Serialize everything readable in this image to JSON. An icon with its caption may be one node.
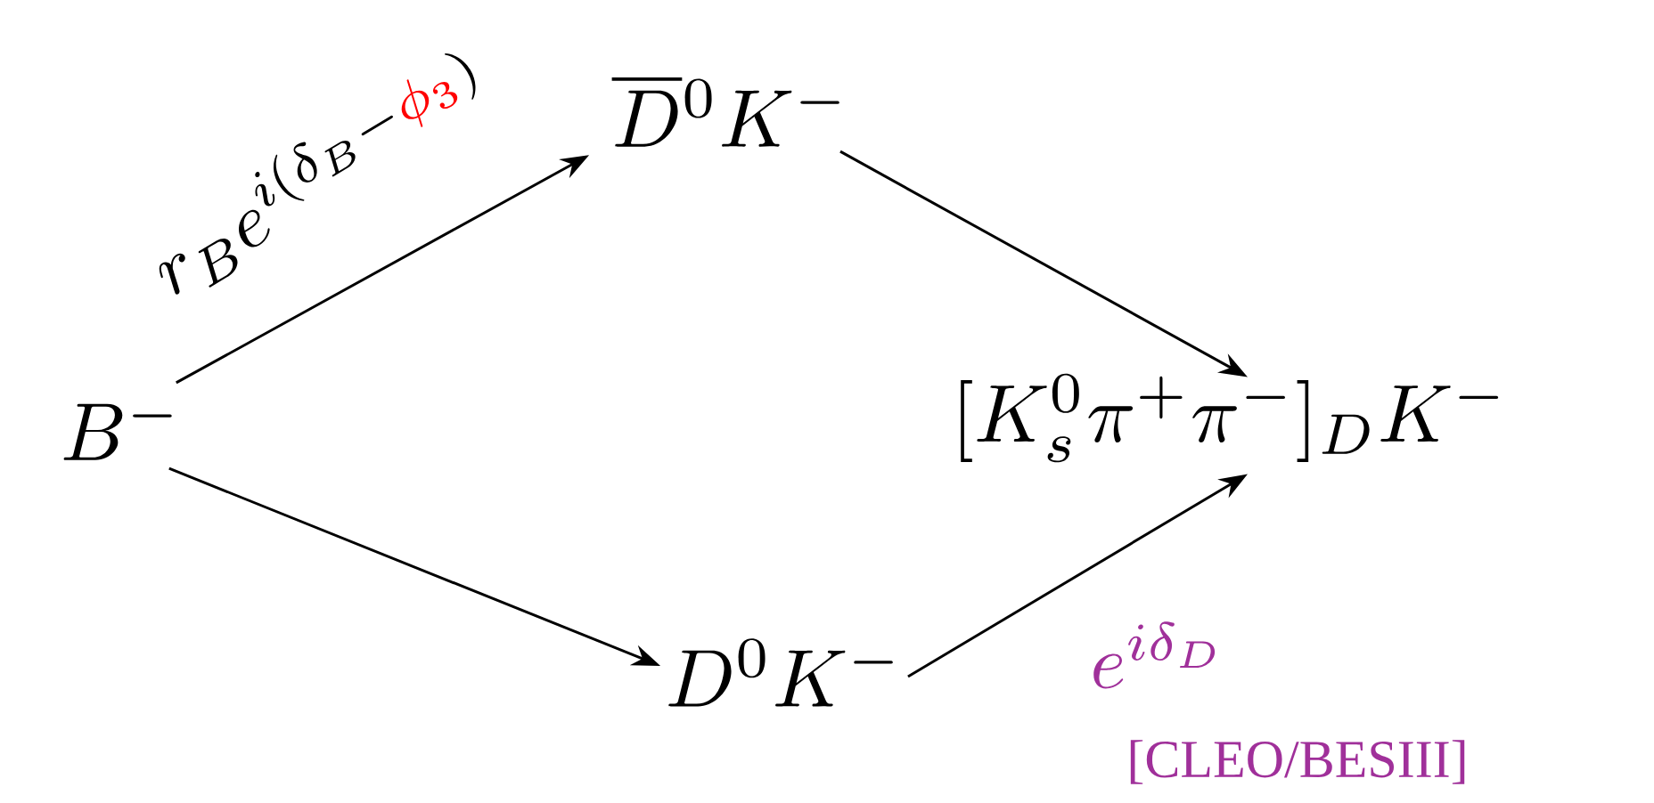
{
  "diagram": {
    "nodes": [
      {
        "text": [
          "B^-"
        ]
      },
      {
        "text": [
          "\\overline{D}{}^0 K^-"
        ]
      },
      {
        "text": [
          "[K_s^0\\pi^+\\pi^-]_D K^-"
        ]
      },
      {
        "text": [
          "D^0 K^-"
        ]
      }
    ],
    "edges": [
      {
        "from": 0,
        "to": 1,
        "arrow": "to",
        "label": "r_B e^{i(\\delta_B-{\\color{red}\\phi_3})}"
      },
      {
        "from": 1,
        "to": 2,
        "arrow": "to"
      },
      {
        "from": 0,
        "to": 3,
        "arrow": "to"
      },
      {
        "from": 3,
        "to": 2,
        "arrow": "to",
        "label": "e^{i\\delta_D}"
      }
    ],
    "labels": [
      "[CLEO/BESIII]"
    ]
  }
}
